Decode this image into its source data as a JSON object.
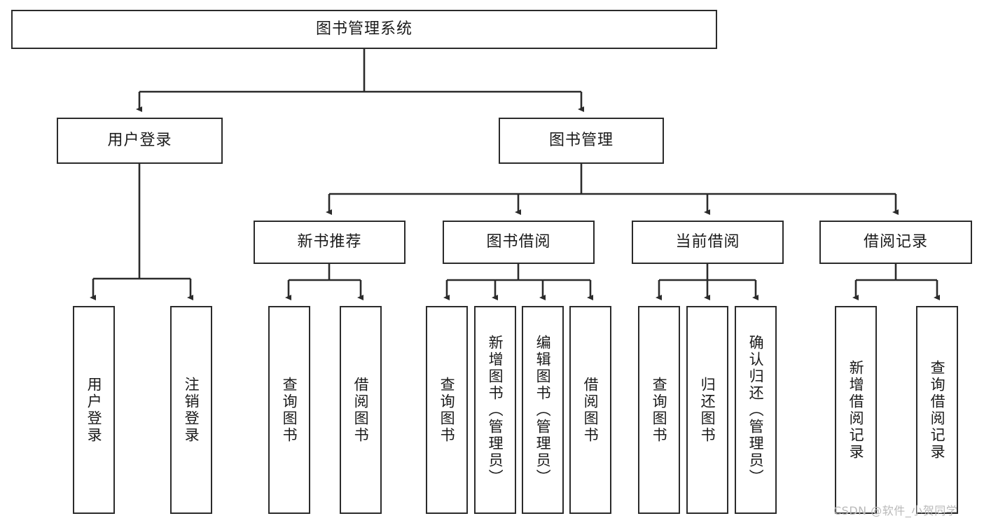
{
  "diagram": {
    "type": "tree-hierarchy",
    "title": "图书管理系统",
    "orientation": "top-down",
    "watermark": "CSDN @软件_小贺同学",
    "colors": {
      "box_border": "#2b2b2b",
      "box_fill": "#ffffff",
      "edge": "#2b2b2b",
      "text": "#1a1a1a",
      "watermark": "#b9b9b9",
      "background": "#ffffff"
    },
    "levels": {
      "root": {
        "label": "图书管理系统"
      },
      "level2": [
        {
          "label": "用户登录"
        },
        {
          "label": "图书管理"
        }
      ],
      "level3": [
        {
          "label": "新书推荐"
        },
        {
          "label": "图书借阅"
        },
        {
          "label": "当前借阅"
        },
        {
          "label": "借阅记录"
        }
      ],
      "leaves": [
        {
          "label": "用户登录",
          "parent": "用户登录"
        },
        {
          "label": "注销登录",
          "parent": "用户登录"
        },
        {
          "label": "查询图书",
          "parent": "新书推荐"
        },
        {
          "label": "借阅图书",
          "parent": "新书推荐"
        },
        {
          "label": "查询图书",
          "parent": "图书借阅"
        },
        {
          "label": "新增图书（管理员）",
          "parent": "图书借阅"
        },
        {
          "label": "编辑图书（管理员）",
          "parent": "图书借阅"
        },
        {
          "label": "借阅图书",
          "parent": "图书借阅"
        },
        {
          "label": "查询图书",
          "parent": "当前借阅"
        },
        {
          "label": "归还图书",
          "parent": "当前借阅"
        },
        {
          "label": "确认归还（管理员）",
          "parent": "当前借阅"
        },
        {
          "label": "新增借阅记录",
          "parent": "借阅记录"
        },
        {
          "label": "查询借阅记录",
          "parent": "借阅记录"
        }
      ]
    }
  }
}
